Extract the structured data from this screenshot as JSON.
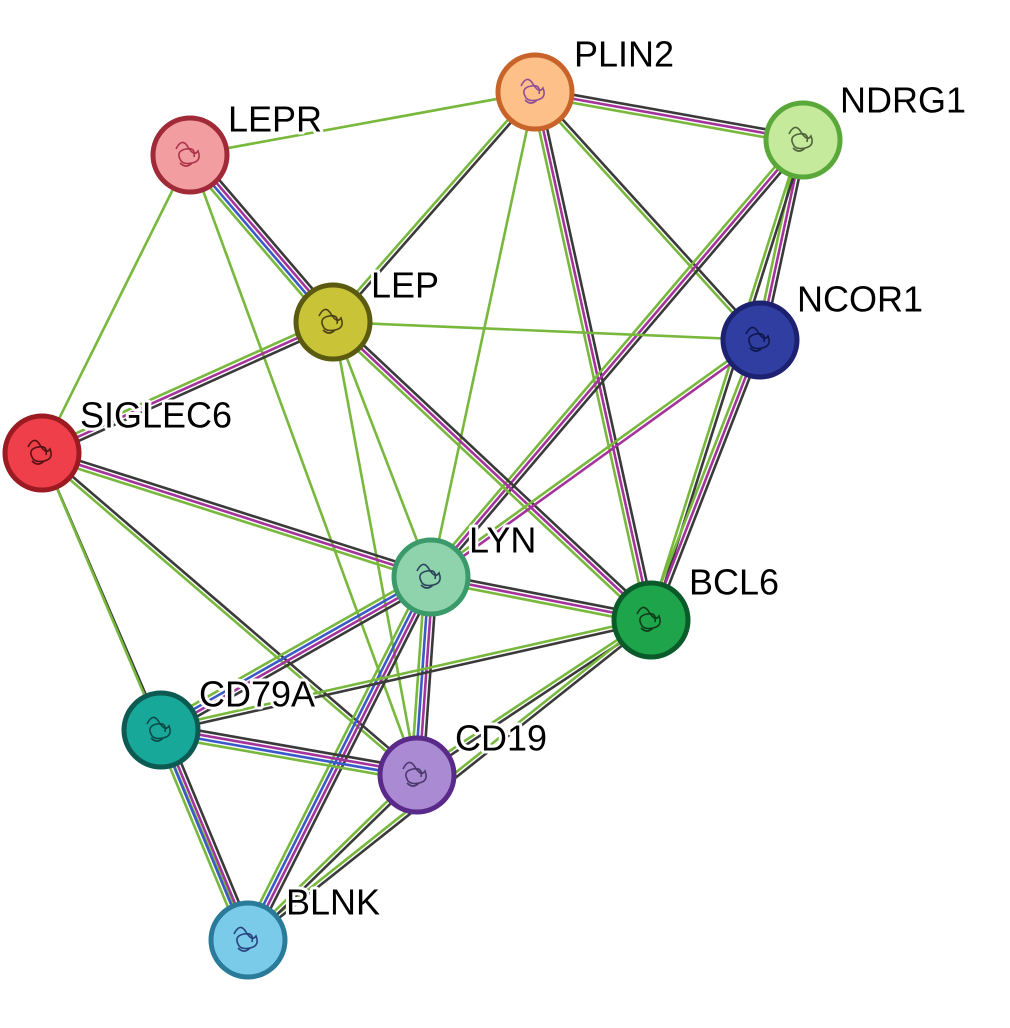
{
  "nodes": [
    {
      "id": "PLIN2",
      "label": "PLIN2",
      "fill": "#fdc089",
      "ring": "#c8642a",
      "glyph": "#7b3a9a",
      "glyph_icon": "protein-structure-icon"
    },
    {
      "id": "LEPR",
      "label": "LEPR",
      "fill": "#f29ea0",
      "ring": "#a02a38",
      "glyph": "#a0203a",
      "glyph_icon": "protein-structure-icon"
    },
    {
      "id": "NDRG1",
      "label": "NDRG1",
      "fill": "#c6ea9c",
      "ring": "#5aa83a",
      "glyph": "#3a4a2a",
      "glyph_icon": "protein-structure-icon"
    },
    {
      "id": "LEP",
      "label": "LEP",
      "fill": "#c9c338",
      "ring": "#5a5a10",
      "glyph": "#3a2a10",
      "glyph_icon": "protein-structure-icon"
    },
    {
      "id": "NCOR1",
      "label": "NCOR1",
      "fill": "#2f3ea0",
      "ring": "#1c2270",
      "glyph": "#0a1040",
      "glyph_icon": "protein-structure-icon"
    },
    {
      "id": "SIGLEC6",
      "label": "SIGLEC6",
      "fill": "#ef3f4a",
      "ring": "#9c1a22",
      "glyph": "#3a0a0a",
      "glyph_icon": "protein-structure-icon"
    },
    {
      "id": "LYN",
      "label": "LYN",
      "fill": "#8fd3ac",
      "ring": "#3a9a6a",
      "glyph": "#1a2a4a",
      "glyph_icon": "protein-structure-icon"
    },
    {
      "id": "BCL6",
      "label": "BCL6",
      "fill": "#1ea44a",
      "ring": "#0a5a2a",
      "glyph": "#0a2a10",
      "glyph_icon": "protein-structure-icon"
    },
    {
      "id": "CD79A",
      "label": "CD79A",
      "fill": "#17a899",
      "ring": "#0c5a52",
      "glyph": "#0a3a3a",
      "glyph_icon": "protein-structure-icon"
    },
    {
      "id": "CD19",
      "label": "CD19",
      "fill": "#a98ad3",
      "ring": "#5a2a8a",
      "glyph": "#3a2a5a",
      "glyph_icon": "protein-structure-icon"
    },
    {
      "id": "BLNK",
      "label": "BLNK",
      "fill": "#7acbea",
      "ring": "#2a7a9a",
      "glyph": "#1a2a6a",
      "glyph_icon": "protein-structure-icon"
    }
  ],
  "edge_colors": {
    "green": "#78b83c",
    "black": "#3a3a3a",
    "purple": "#a4339b",
    "blue": "#3a5ac8"
  },
  "edges": [
    {
      "a": "PLIN2",
      "b": "NDRG1",
      "types": [
        "black",
        "purple",
        "green"
      ]
    },
    {
      "a": "PLIN2",
      "b": "LEPR",
      "types": [
        "green"
      ]
    },
    {
      "a": "PLIN2",
      "b": "LEP",
      "types": [
        "black",
        "green"
      ]
    },
    {
      "a": "PLIN2",
      "b": "NCOR1",
      "types": [
        "black",
        "green"
      ]
    },
    {
      "a": "PLIN2",
      "b": "BCL6",
      "types": [
        "black",
        "purple",
        "green"
      ]
    },
    {
      "a": "PLIN2",
      "b": "LYN",
      "types": [
        "green"
      ]
    },
    {
      "a": "LEPR",
      "b": "LEP",
      "types": [
        "black",
        "purple",
        "blue",
        "green"
      ]
    },
    {
      "a": "LEPR",
      "b": "SIGLEC6",
      "types": [
        "green"
      ]
    },
    {
      "a": "LEPR",
      "b": "CD19",
      "types": [
        "green"
      ]
    },
    {
      "a": "NDRG1",
      "b": "NCOR1",
      "types": [
        "black",
        "purple",
        "green"
      ]
    },
    {
      "a": "NDRG1",
      "b": "LYN",
      "types": [
        "black",
        "purple",
        "green"
      ]
    },
    {
      "a": "NDRG1",
      "b": "BCL6",
      "types": [
        "black",
        "green"
      ]
    },
    {
      "a": "LEP",
      "b": "NCOR1",
      "types": [
        "green"
      ]
    },
    {
      "a": "LEP",
      "b": "SIGLEC6",
      "types": [
        "black",
        "purple",
        "green"
      ]
    },
    {
      "a": "LEP",
      "b": "LYN",
      "types": [
        "green"
      ]
    },
    {
      "a": "LEP",
      "b": "BCL6",
      "types": [
        "black",
        "purple",
        "green"
      ]
    },
    {
      "a": "LEP",
      "b": "CD19",
      "types": [
        "green"
      ]
    },
    {
      "a": "NCOR1",
      "b": "BCL6",
      "types": [
        "black",
        "purple",
        "green"
      ]
    },
    {
      "a": "NCOR1",
      "b": "LYN",
      "types": [
        "purple",
        "green"
      ]
    },
    {
      "a": "SIGLEC6",
      "b": "LYN",
      "types": [
        "black",
        "purple",
        "green"
      ]
    },
    {
      "a": "SIGLEC6",
      "b": "CD79A",
      "types": [
        "black"
      ]
    },
    {
      "a": "SIGLEC6",
      "b": "CD19",
      "types": [
        "black",
        "green"
      ]
    },
    {
      "a": "SIGLEC6",
      "b": "BLNK",
      "types": [
        "green"
      ]
    },
    {
      "a": "LYN",
      "b": "BCL6",
      "types": [
        "black",
        "purple",
        "green"
      ]
    },
    {
      "a": "LYN",
      "b": "CD79A",
      "types": [
        "black",
        "purple",
        "blue",
        "green"
      ]
    },
    {
      "a": "LYN",
      "b": "CD19",
      "types": [
        "black",
        "purple",
        "blue",
        "green"
      ]
    },
    {
      "a": "LYN",
      "b": "BLNK",
      "types": [
        "black",
        "purple",
        "blue",
        "green"
      ]
    },
    {
      "a": "BCL6",
      "b": "CD79A",
      "types": [
        "black",
        "green"
      ]
    },
    {
      "a": "BCL6",
      "b": "CD19",
      "types": [
        "black",
        "green"
      ]
    },
    {
      "a": "BCL6",
      "b": "BLNK",
      "types": [
        "black",
        "green"
      ]
    },
    {
      "a": "CD79A",
      "b": "CD19",
      "types": [
        "black",
        "purple",
        "blue",
        "green"
      ]
    },
    {
      "a": "CD79A",
      "b": "BLNK",
      "types": [
        "black",
        "purple",
        "blue",
        "green"
      ]
    },
    {
      "a": "CD19",
      "b": "BLNK",
      "types": [
        "black",
        "green"
      ]
    }
  ]
}
